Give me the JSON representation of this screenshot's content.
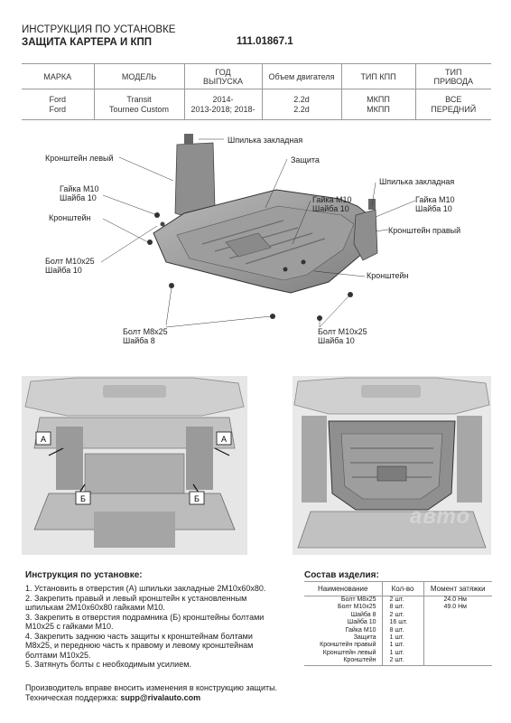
{
  "header": {
    "title_line1": "ИНСТРУКЦИЯ ПО УСТАНОВКЕ",
    "title_line2": "ЗАЩИТА КАРТЕРА И КПП",
    "code": "111.01867.1"
  },
  "spec_table": {
    "columns": [
      [
        "МАРКА"
      ],
      [
        "МОДЕЛЬ"
      ],
      [
        "ГОД",
        "ВЫПУСКА"
      ],
      [
        "Объем двигателя"
      ],
      [
        "ТИП КПП"
      ],
      [
        "ТИП",
        "ПРИВОДА"
      ]
    ],
    "rows": [
      [
        "Ford",
        "Transit",
        "2014-",
        "2.2d",
        "МКПП",
        "ВСЕ"
      ],
      [
        "Ford",
        "Tourneo Custom",
        "2013-2018; 2018-",
        "2.2d",
        "МКПП",
        "ПЕРЕДНИЙ"
      ]
    ]
  },
  "diagram_labels": {
    "stud_top": "Шпилька закладная",
    "bracket_left": "Кронштейн левый",
    "guard": "Защита",
    "stud_right": "Шпилька закладная",
    "nut_left_1": "Гайка М10",
    "nut_left_2": "Шайба 10",
    "nut_mid_1": "Гайка М10",
    "nut_mid_2": "Шайба 10",
    "nut_right_1": "Гайка М10",
    "nut_right_2": "Шайба 10",
    "bracket": "Кронштейн",
    "bracket_right": "Кронштейн правый",
    "bolt_left_1": "Болт М10х25",
    "bolt_left_2": "Шайба 10",
    "bracket_bottom": "Кронштейн",
    "bolt_m8_1": "Болт М8х25",
    "bolt_m8_2": "Шайба 8",
    "bolt_right_1": "Болт М10х25",
    "bolt_right_2": "Шайба 10"
  },
  "photo_markers": {
    "a": "А",
    "b": "Б"
  },
  "watermark": "авто",
  "instructions": {
    "title": "Инструкция по установке:",
    "steps": [
      "1. Установить в отверстия (А) шпильки закладные 2М10х60х80.",
      "2. Закрепить правый и левый кронштейн к установленным",
      "шпилькам 2М10х60х80 гайками М10.",
      "3. Закрепить в отверстия подрамника (Б) кронштейны болтами",
      "М10х25 с гайками М10.",
      "4. Закрепить заднюю часть защиты к кронштейнам болтами",
      "М8х25, и переднюю часть к правому и левому кронштейнам",
      "болтами М10х25.",
      "5. Затянуть болты с необходимым усилием."
    ]
  },
  "parts": {
    "title": "Состав изделия:",
    "headers": [
      "Наименование",
      "Кол-во",
      "Момент затяжки"
    ],
    "rows": [
      [
        "Болт М8х25",
        "2 шт.",
        "24.0 Нм"
      ],
      [
        "Болт М10х25",
        "8 шт.",
        "49.0 Нм"
      ],
      [
        "Шайба 8",
        "2 шт.",
        ""
      ],
      [
        "Шайба 10",
        "16 шт.",
        ""
      ],
      [
        "Гайка М10",
        "8 шт.",
        ""
      ],
      [
        "Защита",
        "1 шт.",
        ""
      ],
      [
        "Кронштейн правый",
        "1 шт.",
        ""
      ],
      [
        "Кронштейн левый",
        "1 шт.",
        ""
      ],
      [
        "Кронштейн",
        "2 шт.",
        ""
      ]
    ]
  },
  "footer": {
    "line1": "Производитель вправе вносить изменения в конструкцию защиты.",
    "support_label": "Техническая поддержка: ",
    "support_email": "supp@rivalauto.com"
  }
}
